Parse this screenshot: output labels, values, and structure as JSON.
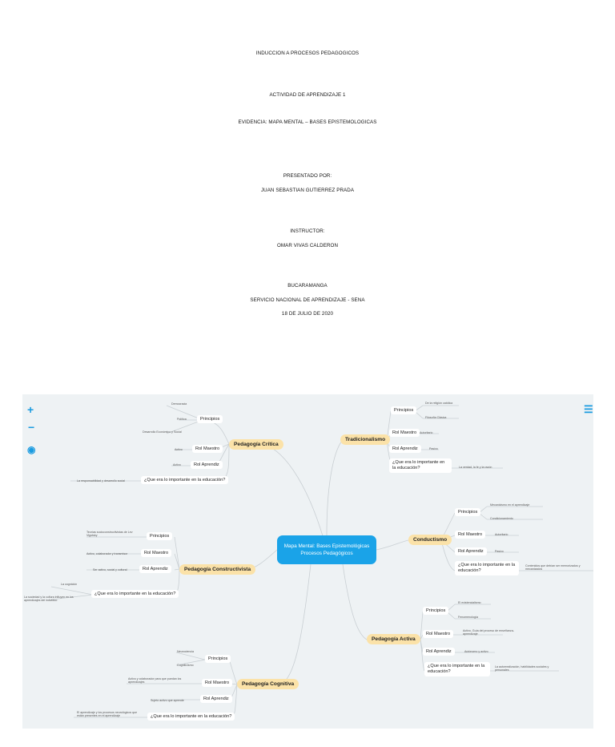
{
  "cover": {
    "course": "INDUCCION A PROCESOS PEDAGOGICOS",
    "activity": "ACTIVIDAD DE APRENDIZAJE 1",
    "evidence": "EVIDENCIA: MAPA MENTAL – BASES EPISTEMOLOGICAS",
    "presented_by_label": "PRESENTADO POR:",
    "author": "JUAN SEBASTIAN GUTIERREZ PRADA",
    "instructor_label": "INSTRUCTOR:",
    "instructor": "OMAR VIVAS CALDERON",
    "city": "BUCARAMANGA",
    "institution": "SERVICIO NACIONAL DE APRENDIZAJE - SENA",
    "date": "18 DE JULIO DE 2020"
  },
  "mindmap": {
    "center": [
      "Mapa Mental: Bases Epistemológicas",
      "Procesos Pedagógicos"
    ],
    "controls": {
      "zoom_in": "+",
      "zoom_out": "−",
      "menu": "☰",
      "locate_icon": "target-icon"
    },
    "critica": {
      "title": "Pedagogía Crítica",
      "principios": "Principios",
      "principios_leaves": [
        "Democracia",
        "Política",
        "Desarrollo Económico y Social"
      ],
      "rol_maestro": "Rol Maestro",
      "rol_maestro_leaf": "Activo",
      "rol_aprendiz": "Rol Aprendiz",
      "rol_aprendiz_leaf": "Activo",
      "importancia": "¿Que era lo importante en la educación?",
      "importancia_leaf": "La responsabilidad y desarrollo social"
    },
    "constructivista": {
      "title": "Pedagogía Constructivista",
      "principios": "Principios",
      "principios_leaf": "Teorías socioconstructivistas de Lev Vigotsky",
      "rol_maestro": "Rol Maestro",
      "rol_maestro_leaf": "Activo, colaborador y transmisor",
      "rol_aprendiz": "Rol Aprendiz",
      "rol_aprendiz_leaf": "Ser activo, social y cultural",
      "importancia": "¿Que era lo importante en la educación?",
      "importancia_leaves": [
        "La cognición",
        "La sociedad y la cultura influyen en los aprendizajes del individuo"
      ]
    },
    "cognitiva": {
      "title": "Pedagogía Cognitiva",
      "principios": "Principios",
      "principios_leaves": [
        "Neurociencia",
        "Cognitivismo"
      ],
      "rol_maestro": "Rol Maestro",
      "rol_maestro_leaf": "Activo y colaborador para que puedan los aprendizajes",
      "rol_aprendiz": "Rol Aprendiz",
      "rol_aprendiz_leaf": "Sujeto activo que aprende",
      "importancia": "¿Que era lo importante en la educación?",
      "importancia_leaf": "El aprendizaje y los procesos neurológicos que están presentes en el aprendizaje"
    },
    "tradicionalismo": {
      "title": "Tradicionalismo",
      "principios": "Principios",
      "principios_leaves": [
        "De la religión católica",
        "Filosofía Clásica"
      ],
      "rol_maestro": "Rol Maestro",
      "rol_maestro_leaf": "Autoritario",
      "rol_aprendiz": "Rol Aprendiz",
      "rol_aprendiz_leaf": "Pasivo",
      "importancia": "¿Que era lo importante en la educación?",
      "importancia_leaf": "La verdad, la fe y la razón"
    },
    "conductismo": {
      "title": "Conductismo",
      "principios": "Principios",
      "principios_leaves": [
        "Mecanicismo en el aprendizaje",
        "Condicionamiento"
      ],
      "rol_maestro": "Rol Maestro",
      "rol_maestro_leaf": "Autoritario",
      "rol_aprendiz": "Rol Aprendiz",
      "rol_aprendiz_leaf": "Pasivo",
      "importancia": "¿Que era lo importante en la educación?",
      "importancia_leaf": "Contenidos que debían ser memorizados y mecanizados"
    },
    "activa": {
      "title": "Pedagogía Activa",
      "principios": "Principios",
      "principios_leaves": [
        "El existencialismo",
        "Fenomenología"
      ],
      "rol_maestro": "Rol Maestro",
      "rol_maestro_leaf": "Activo, Guía del proceso de enseñanza-aprendizaje",
      "rol_aprendiz": "Rol Aprendiz",
      "rol_aprendiz_leaf": "Autónomo y activo",
      "importancia": "¿Que era lo importante en la educación?",
      "importancia_leaf": "La autorrealización, habilidades sociales y personales"
    }
  }
}
